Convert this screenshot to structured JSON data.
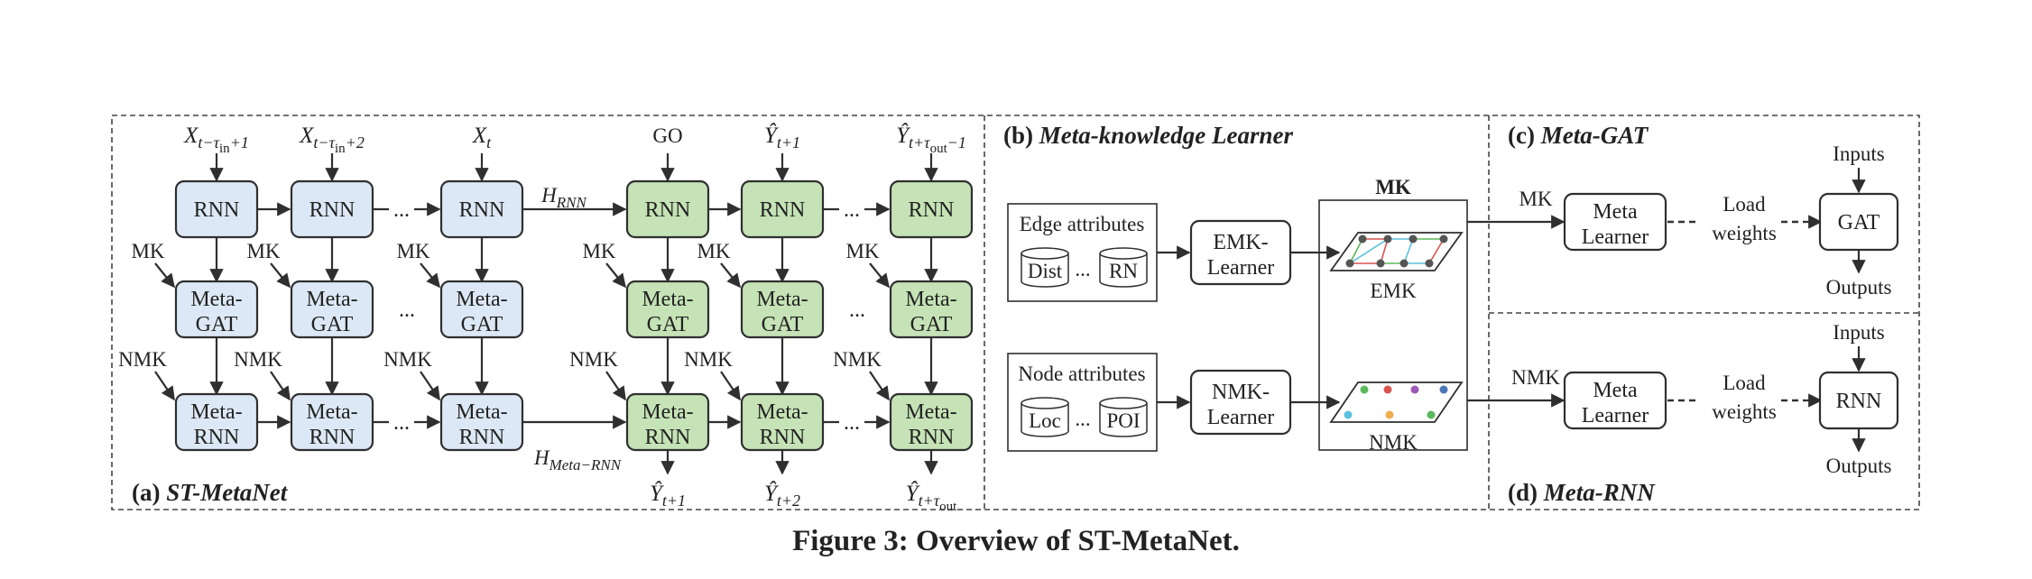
{
  "caption": "Figure 3: Overview of ST-MetaNet.",
  "colors": {
    "blue_fill": "#dce8f5",
    "green_fill": "#c5e3b6",
    "stroke": "#2f2f2f",
    "highlight_blue": "#9cc3e8",
    "highlight_green": "#bfe3ad"
  },
  "panels": {
    "a": {
      "tag": "(a)",
      "name": "ST-MetaNet"
    },
    "b": {
      "tag": "(b)",
      "name": "Meta-knowledge Learner"
    },
    "c": {
      "tag": "(c)",
      "name": "Meta-GAT"
    },
    "d": {
      "tag": "(d)",
      "name": "Meta-RNN"
    }
  },
  "nodes": {
    "rnn": "RNN",
    "meta_gat": [
      "Meta-",
      "GAT"
    ],
    "meta_rnn": [
      "Meta-",
      "RNN"
    ],
    "ellipsis": "..."
  },
  "inputs": {
    "x1": {
      "base": "X",
      "sub": "t−τ",
      "sub2": "in",
      "sub3": "+1"
    },
    "x2": {
      "base": "X",
      "sub": "t−τ",
      "sub2": "in",
      "sub3": "+2"
    },
    "xt": {
      "base": "X",
      "sub": "t"
    },
    "go": "GO",
    "yhat_top1": {
      "base": "Ŷ",
      "sub": "t+1"
    },
    "yhat_top3": {
      "base": "Ŷ",
      "sub": "t+τ",
      "sub2": "out",
      "sub3": "−1"
    }
  },
  "outputs": {
    "o1": {
      "base": "Ŷ",
      "sub": "t+1"
    },
    "o2": {
      "base": "Ŷ",
      "sub": "t+2"
    },
    "o3": {
      "base": "Ŷ",
      "sub": "t+τ",
      "sub2": "out"
    }
  },
  "labels": {
    "mk": "MK",
    "nmk": "NMK",
    "h_rnn": {
      "base": "H",
      "sub": "RNN"
    },
    "h_meta_rnn": {
      "base": "H",
      "sub": "Meta−RNN"
    }
  },
  "learner": {
    "edge_attributes": "Edge attributes",
    "dist": "Dist",
    "rn": "RN",
    "node_attributes": "Node attributes",
    "loc": "Loc",
    "poi": "POI",
    "emk_learner": [
      "EMK-",
      "Learner"
    ],
    "nmk_learner": [
      "NMK-",
      "Learner"
    ],
    "mk_header": "MK",
    "emk": "EMK",
    "nmk": "NMK"
  },
  "meta_gat_panel": {
    "in_label": "MK",
    "meta_learner": [
      "Meta",
      "Learner"
    ],
    "load_weights": [
      "Load",
      "weights"
    ],
    "target": "GAT",
    "inputs": "Inputs",
    "outputs": "Outputs"
  },
  "meta_rnn_panel": {
    "in_label": "NMK",
    "meta_learner": [
      "Meta",
      "Learner"
    ],
    "load_weights": [
      "Load",
      "weights"
    ],
    "target": "RNN",
    "inputs": "Inputs",
    "outputs": "Outputs"
  }
}
